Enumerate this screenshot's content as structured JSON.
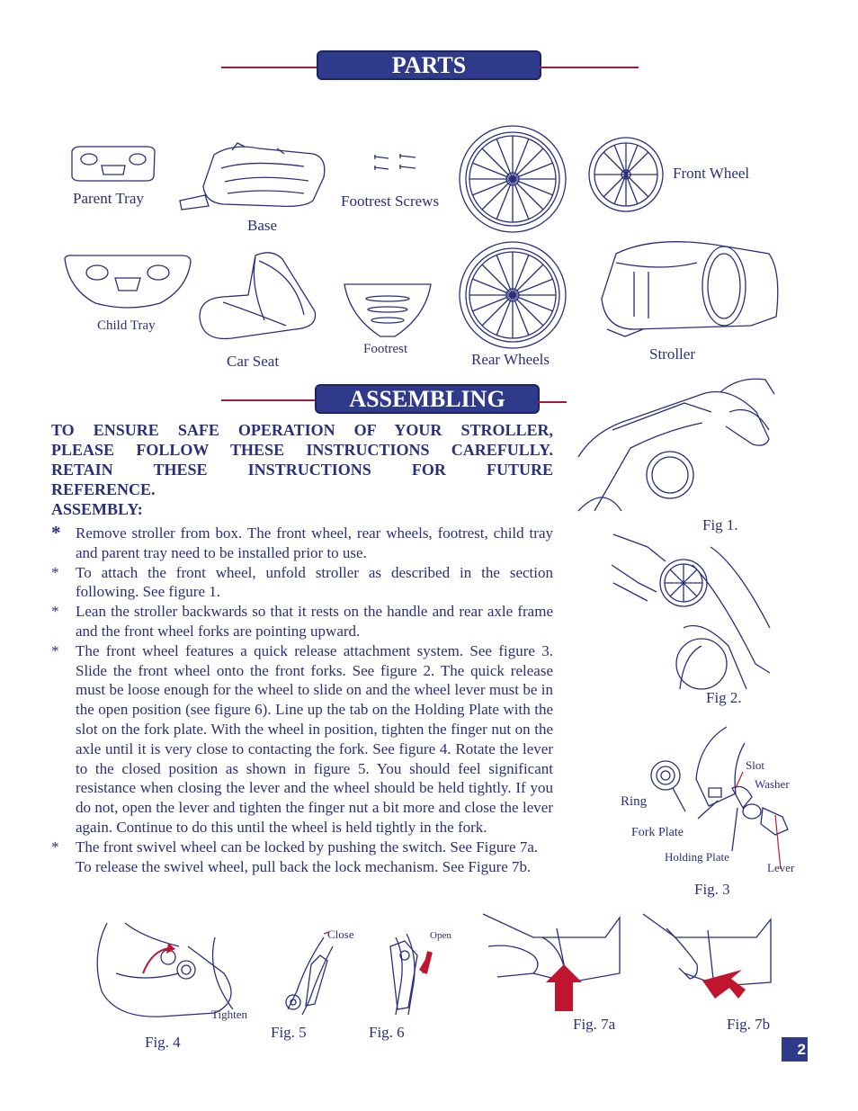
{
  "headings": {
    "parts": "PARTS",
    "assembling": "ASSEMBLING"
  },
  "parts": {
    "parent_tray": "Parent Tray",
    "base": "Base",
    "footrest_screws": "Footrest Screws",
    "front_wheel": "Front Wheel",
    "child_tray": "Child Tray",
    "car_seat": "Car Seat",
    "footrest": "Footrest",
    "rear_wheels": "Rear Wheels",
    "stroller": "Stroller"
  },
  "warning": {
    "line1": "TO ENSURE SAFE OPERATION OF YOUR STROLLER,",
    "line2": "PLEASE FOLLOW THESE INSTRUCTIONS CAREFULLY.",
    "line3": "RETAIN THESE INSTRUCTIONS FOR FUTURE",
    "line4": "REFERENCE.",
    "line5": "ASSEMBLY:"
  },
  "instructions": [
    {
      "bullet": "*",
      "text": "Remove stroller from box. The front wheel, rear wheels, footrest, child tray and parent tray need to be installed prior to use."
    },
    {
      "bullet": "*",
      "text": "To attach the front wheel, unfold stroller as described in the section following.  See figure 1."
    },
    {
      "bullet": "*",
      "text": "Lean the stroller backwards so that it rests on the handle and rear axle frame and the front wheel forks are pointing upward."
    },
    {
      "bullet": "*",
      "text": "The front wheel features a quick release attachment system.  See figure 3.  Slide the front wheel onto the front forks.  See figure 2.  The quick release must be loose enough for the wheel to slide on and the wheel lever must be in the open position (see figure 6).    Line up the tab on the Holding Plate with the slot on the fork plate.  With the wheel in position, tighten the finger nut on the axle until it is very close to contacting the fork.  See figure 4. Rotate the lever to the closed position as shown in figure 5.  You should feel significant resistance when closing the lever and the wheel should be held tightly.  If you do not, open the lever and tighten the finger nut a bit more and close the lever again.  Continue to do this until the wheel is held tightly in the fork."
    },
    {
      "bullet": "*",
      "text": "The front swivel wheel can be locked by pushing the switch. See Figure 7a. To release the swivel wheel, pull back the lock mechanism. See Figure 7b."
    }
  ],
  "figures": {
    "fig1": "Fig 1.",
    "fig2": "Fig 2.",
    "fig3": "Fig. 3",
    "fig4": "Fig. 4",
    "fig5": "Fig. 5",
    "fig6": "Fig. 6",
    "fig7a": "Fig. 7a",
    "fig7b": "Fig. 7b"
  },
  "fig3_labels": {
    "slot": "Slot",
    "washer": "Washer",
    "ring": "Ring",
    "fork_plate": "Fork Plate",
    "holding_plate": "Holding Plate",
    "lever": "Lever"
  },
  "callouts": {
    "tighten": "Tighten",
    "close": "Close",
    "open": "Open"
  },
  "page_number": "2",
  "colors": {
    "text": "#2a2f7a",
    "banner": "#2f3a8a",
    "rule": "#9b1c3b",
    "arrow": "#c0152f"
  }
}
